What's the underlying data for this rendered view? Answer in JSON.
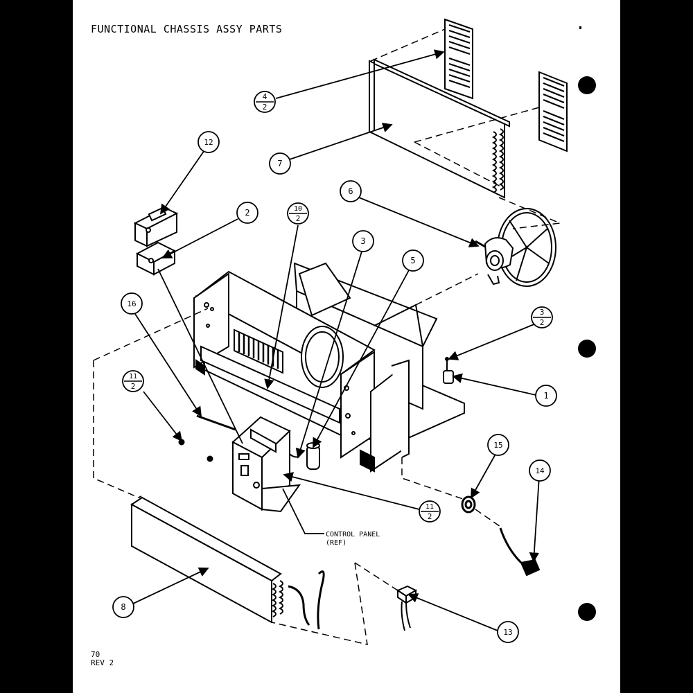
{
  "page": {
    "title": "FUNCTIONAL CHASSIS ASSY PARTS",
    "page_number": "70",
    "revision": "REV 2"
  },
  "callouts": [
    {
      "id": "4/2",
      "top": "4",
      "bottom": "2",
      "fractional": true
    },
    {
      "id": "7",
      "text": "7"
    },
    {
      "id": "6",
      "text": "6"
    },
    {
      "id": "12",
      "text": "12"
    },
    {
      "id": "2",
      "text": "2"
    },
    {
      "id": "10/2",
      "top": "10",
      "bottom": "2",
      "fractional": true
    },
    {
      "id": "3",
      "text": "3"
    },
    {
      "id": "5",
      "text": "5"
    },
    {
      "id": "16",
      "text": "16"
    },
    {
      "id": "3/2",
      "top": "3",
      "bottom": "2",
      "fractional": true
    },
    {
      "id": "1",
      "text": "1"
    },
    {
      "id": "11/2-left",
      "top": "11",
      "bottom": "2",
      "fractional": true
    },
    {
      "id": "11/2-right",
      "top": "11",
      "bottom": "2",
      "fractional": true
    },
    {
      "id": "15",
      "text": "15"
    },
    {
      "id": "14",
      "text": "14"
    },
    {
      "id": "8",
      "text": "8"
    },
    {
      "id": "13",
      "text": "13"
    }
  ],
  "annotations": {
    "control_panel_line1": "CONTROL PANEL",
    "control_panel_line2": "(REF)"
  },
  "colors": {
    "ink": "#000000",
    "paper": "#ffffff"
  }
}
